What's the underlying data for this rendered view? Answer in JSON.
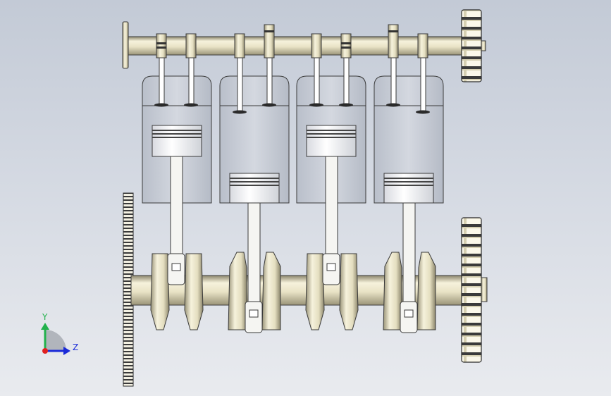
{
  "scene": {
    "model": "inline-4-engine-assembly",
    "view": "front-orthographic",
    "cylinders": 4,
    "colors": {
      "background_top": "#c3cad6",
      "background_bottom": "#e9ebef",
      "metal_light": "#f6f2dc",
      "metal_mid": "#d9d2b2",
      "metal_dark": "#8c866c",
      "outline": "#2a2a2a",
      "cylinder_fill": "#c9ced8",
      "cylinder_glass": "#e2e5ea"
    }
  },
  "triad": {
    "y_label": "Y",
    "z_label": "Z",
    "y_color": "#22b14c",
    "z_color": "#1a2ad8",
    "origin_color": "#e02020"
  }
}
